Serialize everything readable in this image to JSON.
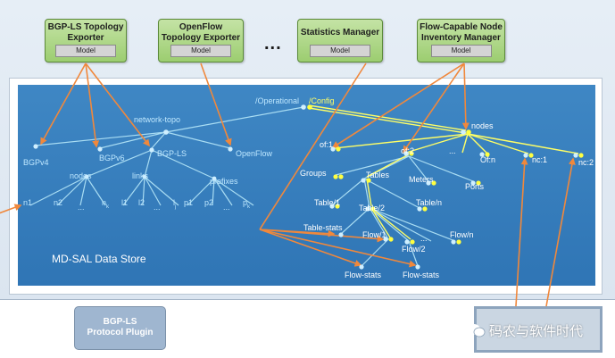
{
  "modules": [
    {
      "title_line1": "BGP-LS Topology",
      "title_line2": "Exporter",
      "sub": "Model"
    },
    {
      "title_line1": "OpenFlow",
      "title_line2": "Topology Exporter",
      "sub": "Model"
    },
    {
      "title_line1": "Statistics Manager",
      "title_line2": "",
      "sub": "Model"
    },
    {
      "title_line1": "Flow-Capable Node",
      "title_line2": "Inventory Manager",
      "sub": "Model"
    }
  ],
  "ellipsis": "...",
  "datastore": {
    "title": "MD-SAL Data Store",
    "operational": "/Operational",
    "config": "/Config"
  },
  "topology": {
    "network_topo": "network-topo",
    "bgpv4": "BGPv4",
    "bgpv6": "BGPv6",
    "bgp_ls": "BGP-LS",
    "openflow": "OpenFlow",
    "nodes": "nodes",
    "links": "links",
    "prefixes": "prefixes",
    "n1": "n1",
    "n2": "n2",
    "nk": "n",
    "nk_sub": "k",
    "l1": "l1",
    "l2": "l2",
    "lj": "l",
    "lj_sub": "j",
    "p1": "p1",
    "p2": "p2",
    "pk": "p",
    "pk_sub": "k",
    "dots": "..."
  },
  "inventory": {
    "nodes": "nodes",
    "of1": "of:1",
    "of2": "of:2",
    "dots": "...",
    "ofn": "Of:n",
    "nc1": "nc:1",
    "nc2": "nc:2",
    "groups": "Groups",
    "tables": "Tables",
    "meters": "Meters",
    "ports": "Ports",
    "table1": "Table/1",
    "table2": "Table/2",
    "tablen": "Table/n",
    "table_stats": "Table-stats",
    "flow1": "Flow/1",
    "flow2": "Flow/2",
    "flown": "Flow/n",
    "flow_stats_1": "Flow-stats",
    "flow_stats_2": "Flow-stats"
  },
  "plugin": {
    "line1": "BGP-LS",
    "line2": "Protocol Plugin"
  },
  "watermark": "码农与软件时代",
  "colors": {
    "arrow": "#f0883c",
    "tree_line": "#a9ddf3",
    "config_line": "#ffff66",
    "node": "#cfefff",
    "node_y": "#ffff40"
  }
}
